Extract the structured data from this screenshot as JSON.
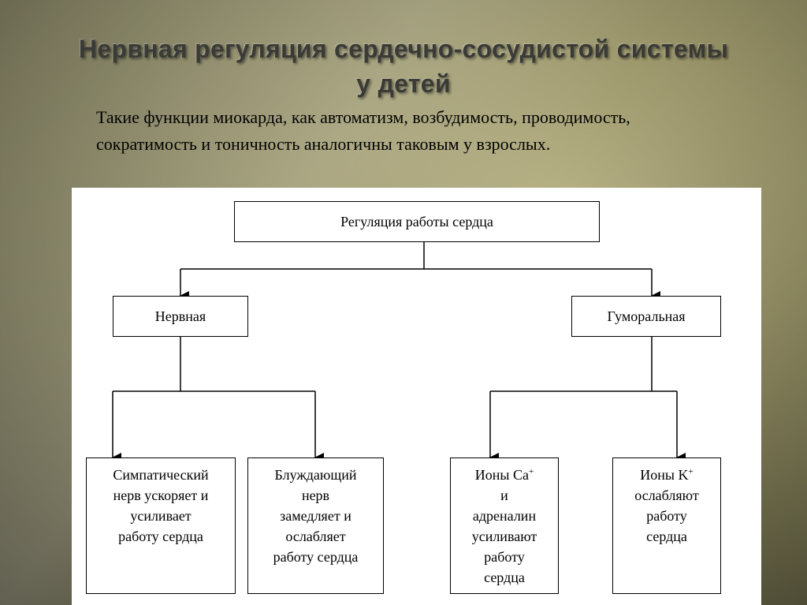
{
  "slide": {
    "title_line1": "Нервная регуляция сердечно-сосудистой системы",
    "title_line2": "у детей",
    "intro_text": "Такие функции миокарда, как автоматизм, возбудимость, проводимость, сократимость и тоничность аналогичны таковым у взрослых."
  },
  "diagram": {
    "root": "Регуляция работы сердца",
    "nervous": "Нервная",
    "humoral": "Гуморальная",
    "sympathetic": [
      "Симпатический",
      "нерв ускоряет и",
      "усиливает",
      "работу сердца"
    ],
    "vagus": [
      "Блуждающий",
      "нерв",
      "замедляет и",
      "ослабляет",
      "работу сердца"
    ],
    "calcium": {
      "ion": "Ионы Ca",
      "charge": "+",
      "rest": [
        "и",
        "адреналин",
        "усиливают",
        "работу",
        "сердца"
      ]
    },
    "potassium": {
      "ion": "Ионы K",
      "charge": "+",
      "rest": [
        "ослабляют",
        "работу",
        "сердца"
      ]
    }
  }
}
